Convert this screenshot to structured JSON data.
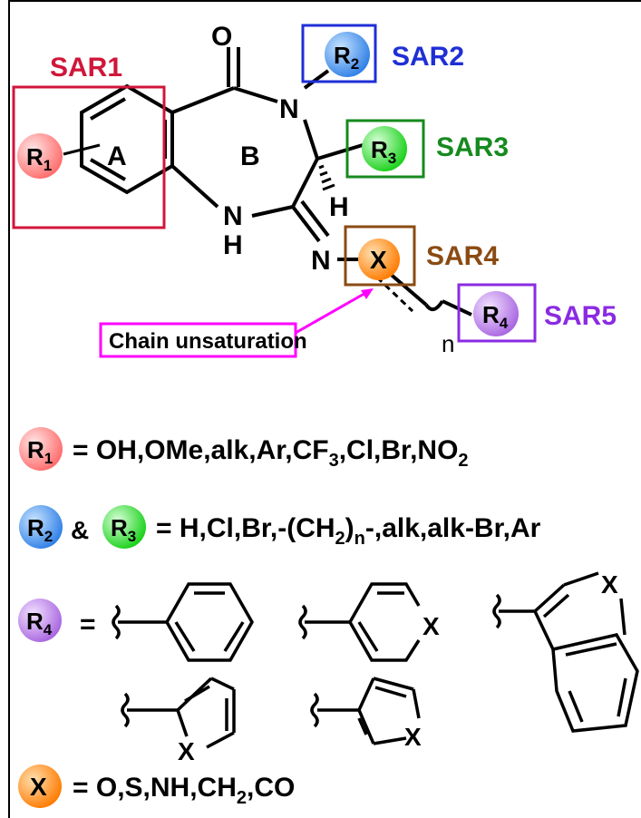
{
  "colors": {
    "red": "#d0163a",
    "blue": "#1f2fd6",
    "green": "#168a1e",
    "brown": "#8a4b12",
    "purple": "#8a2be2",
    "magenta": "#ff00ff",
    "ink": "#000000",
    "ball_red": "#ff7b7b",
    "ball_blue": "#2f7fe6",
    "ball_green": "#2ee02e",
    "ball_orange": "#ff8c1a",
    "ball_purple": "#b57be6"
  },
  "sar_labels": {
    "sar1": "SAR1",
    "sar2": "SAR2",
    "sar3": "SAR3",
    "sar4": "SAR4",
    "sar5": "SAR5"
  },
  "ring_labels": {
    "a": "A",
    "b": "B"
  },
  "atoms": {
    "o": "O",
    "n_amide": "N",
    "nh_n": "N",
    "nh_h": "H",
    "h_stereo": "H",
    "n_imine": "N",
    "n_sub": "n"
  },
  "callout": {
    "text": "Chain unsaturation"
  },
  "substituents": {
    "r1": {
      "letter": "R",
      "sub": "1"
    },
    "r2": {
      "letter": "R",
      "sub": "2"
    },
    "r3": {
      "letter": "R",
      "sub": "3"
    },
    "r4": {
      "letter": "R",
      "sub": "4"
    },
    "x": {
      "letter": "X"
    }
  },
  "definitions": {
    "r1_line": "= OH,OMe,alk,Ar,CF",
    "r1_sub3": "3",
    "r1_rest": ",Cl,Br,NO",
    "r1_sub2": "2",
    "r2r3_amp": "&",
    "r2r3_line": "= H,Cl,Br,-(CH",
    "r2r3_sub2": "2",
    "r2r3_subn": "n",
    "r2r3_rest": "-,alk,alk-Br,Ar",
    "r2r3_paren": ")",
    "r4_eq": "=",
    "x_line": "= O,S,NH,CH",
    "x_sub2": "2",
    "x_rest": ",CO",
    "ring_x": "X"
  }
}
